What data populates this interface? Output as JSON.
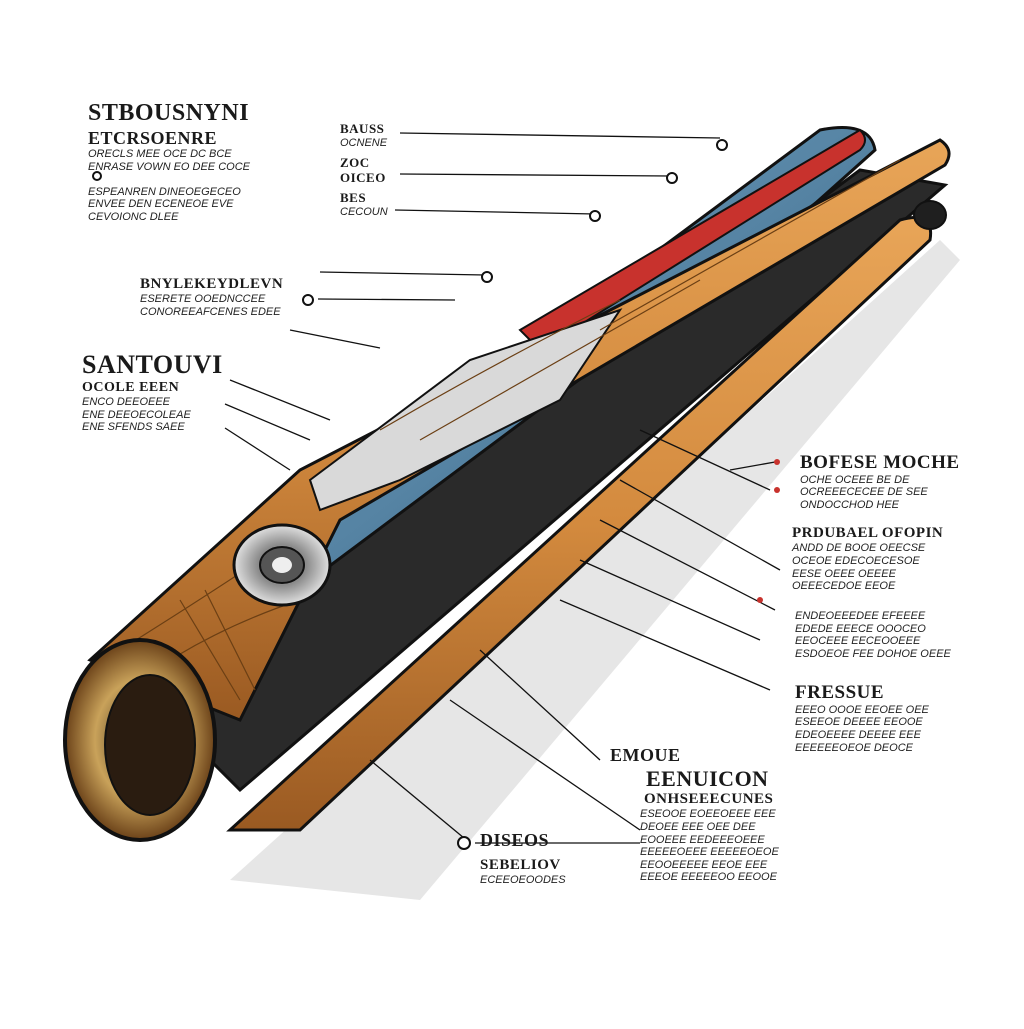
{
  "labels": {
    "top_left": {
      "title": "STBOUSNYNI",
      "sub": "ETCRSOENRE",
      "lines": [
        "ORECLS MEE OCE DC BCE",
        "ENRASE VOWN EO DEE COCE",
        "ESPEANREN DINEOEGECEO",
        "ENVEE DEN ECENEOE EVE",
        "CEVOIONC DLEE"
      ]
    },
    "top_mid": {
      "lines": [
        "BAUSS",
        "OCNENE",
        "ZOC",
        "OICEO",
        "BES",
        "CECOUN"
      ]
    },
    "mid_left": {
      "title": "BNYLEKEYDLEVN",
      "lines": [
        "ESERETE OOEDNCCEE",
        "CONOREEAFCENES EDEE"
      ]
    },
    "sant": {
      "title": "SANTOUVI",
      "lines": [
        "OCOLE EEEN",
        "ENCO DEEOEEE",
        "ENE DEEOECOLEAE",
        "ENE SFENDS SAEE"
      ]
    },
    "right1": {
      "title": "BOFESE MOCHE",
      "lines": [
        "OCHE OCEEE BE DE",
        "OCREEECECEE DE SEE",
        "ONDOCCHOD HEE"
      ]
    },
    "right2": {
      "title": "PRDUBAEL OFOPIN",
      "lines": [
        "ANDD DE BOOE OEECSE",
        "OCEOE EDECOECESOE",
        "EESE OEEE OEEEE",
        "OEEECEDOE EEOE"
      ]
    },
    "right3": {
      "lines": [
        "ENDEOEEEDEE EFEEEE",
        "EDEDE EEECE OOOCEO",
        "EEOCEEE EECEOOEEE",
        "ESDOEOE FEE DOHOE OEEE"
      ]
    },
    "right4": {
      "title": "FRESSUE",
      "lines": [
        "EEEO OOOE EEOEE OEE",
        "ESEEOE DEEEE EEOOE",
        "EDEOEEEE DEEEE EEE",
        "EEEEEEOEOE DEOCE"
      ]
    },
    "bottom_mid": {
      "title1": "EMOUE",
      "title2": "EENUICON",
      "title3": "ONHSEEECUNES",
      "lines": [
        "ESEOOE EOEEOEEE EEE",
        "DEOEE EEE OEE DEE",
        "EOOEEE EEDEEEOEEE",
        "EEEEEOEEE EEEEEOEOE",
        "EEOOEEEEE EEOE EEE",
        "EEEOE EEEEEOO EEOOE"
      ]
    },
    "bottom_left": {
      "title": "DISEOS",
      "sub": "SEBELIOV",
      "lines": [
        "ECEEOEOODES"
      ]
    }
  },
  "colors": {
    "wood": "#d38a3e",
    "wood_dark": "#9a5a22",
    "blue": "#4b7fa3",
    "red": "#c8322d",
    "ink": "#111111",
    "metal": "#c9c9c9"
  }
}
